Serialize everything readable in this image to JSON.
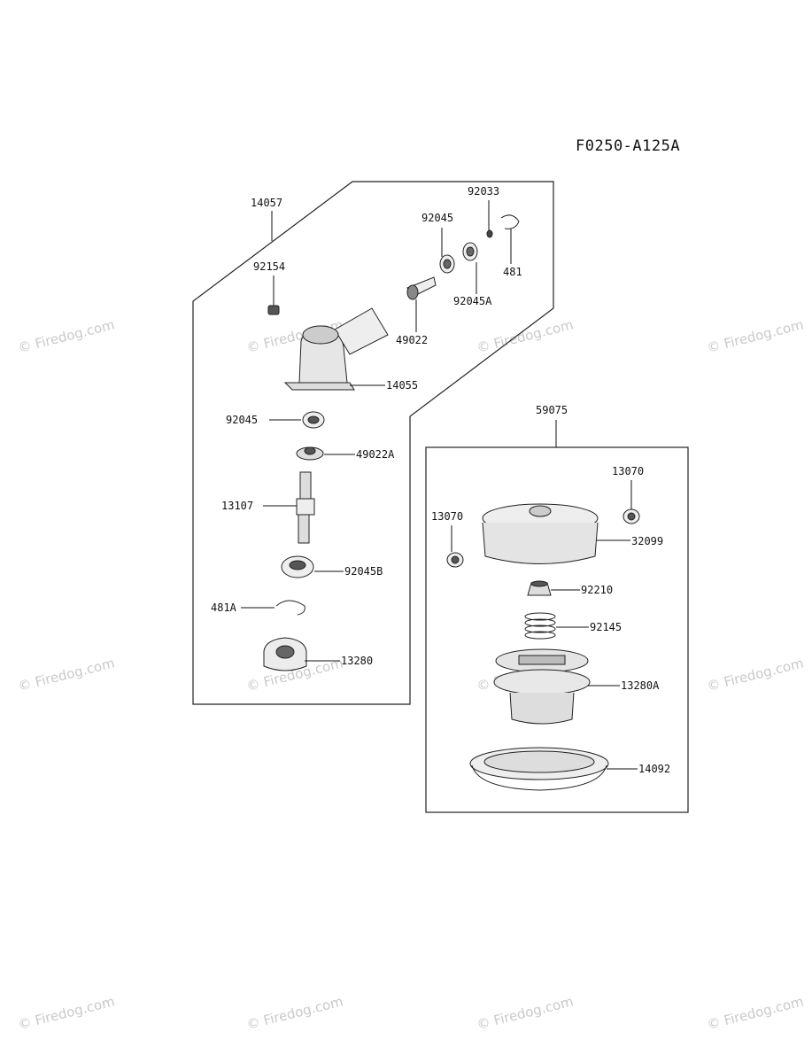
{
  "diagram_code": "F0250-A125A",
  "watermark": "© Firedog.com",
  "assemblies": {
    "gear_case": "14057",
    "cutter_head": "59075"
  },
  "parts": {
    "p92033": "92033",
    "p92045_top": "92045",
    "p481": "481",
    "p92154": "92154",
    "p92045A": "92045A",
    "p49022": "49022",
    "p14055": "14055",
    "p92045_mid": "92045",
    "p49022A": "49022A",
    "p13107": "13107",
    "p92045B": "92045B",
    "p481A": "481A",
    "p13280": "13280",
    "p13070_right": "13070",
    "p13070_left": "13070",
    "p32099": "32099",
    "p92210": "92210",
    "p92145": "92145",
    "p13280A": "13280A",
    "p14092": "14092"
  }
}
